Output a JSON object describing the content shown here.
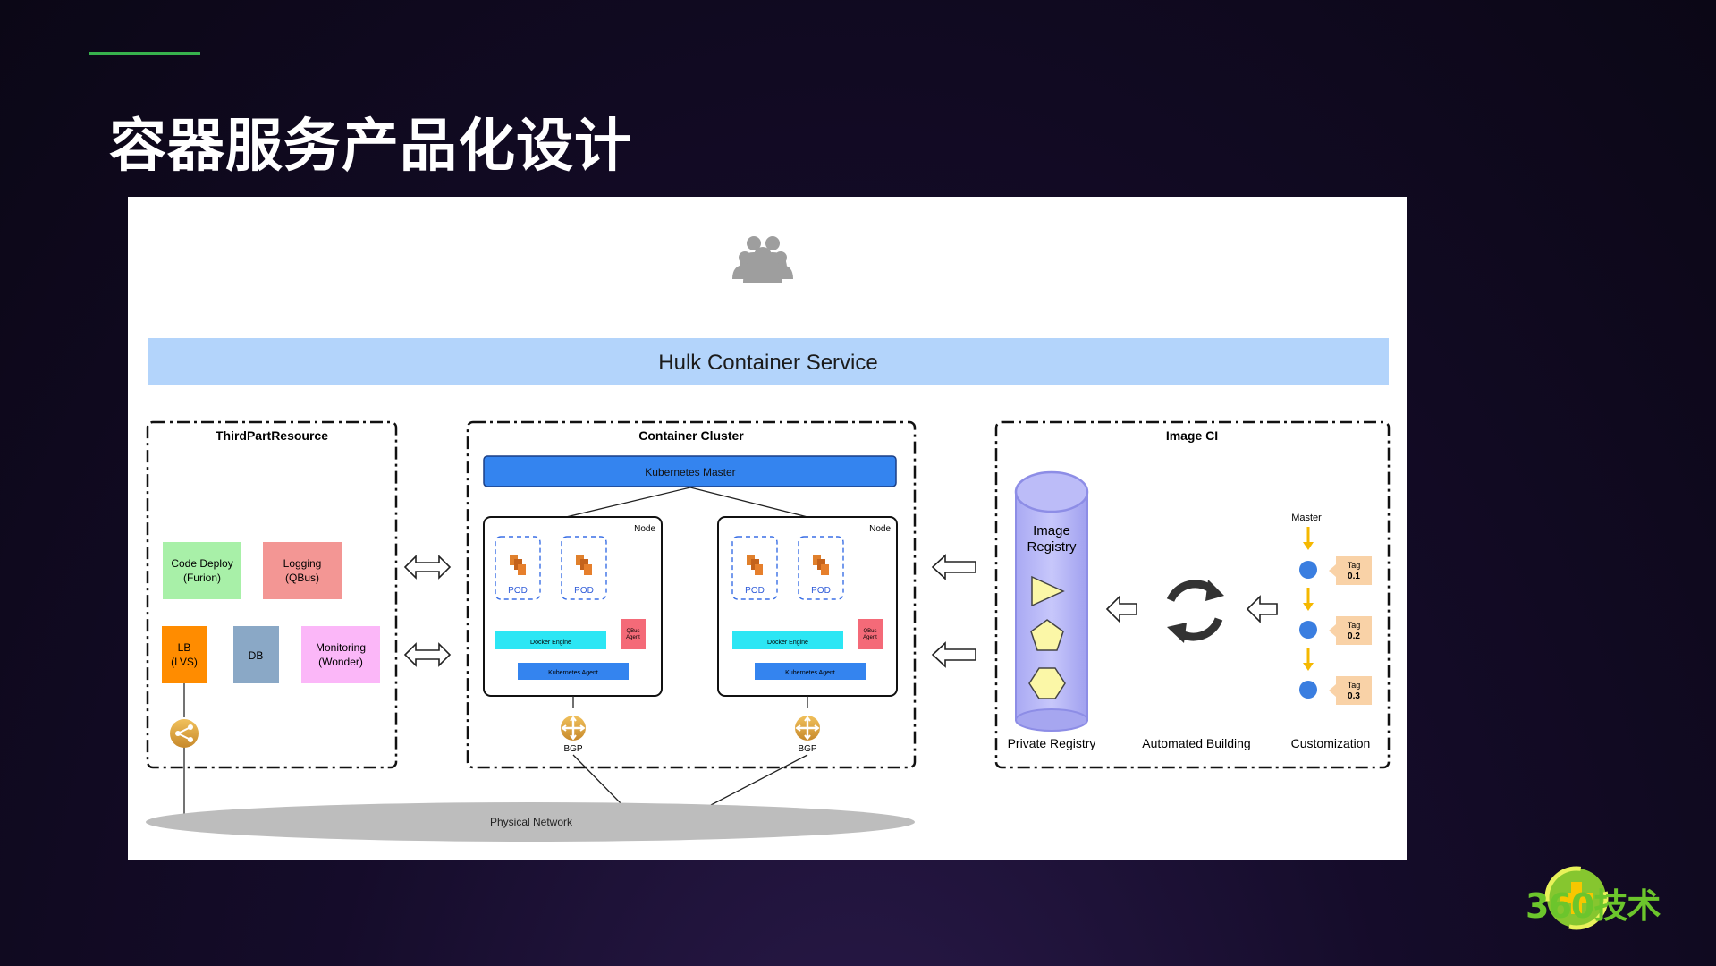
{
  "slide": {
    "title": "容器服务产品化设计",
    "accent_color": "#37b24d",
    "background_color": "#150c2a"
  },
  "diagram": {
    "users_icon": "users-icon",
    "service_bar": {
      "label": "Hulk Container Service",
      "color": "#b3d4fb"
    },
    "third_party": {
      "title": "ThirdPartResource",
      "boxes": [
        {
          "label_line1": "Code Deploy",
          "label_line2": "(Furion)",
          "color": "#a8f0a8"
        },
        {
          "label_line1": "Logging",
          "label_line2": "(QBus)",
          "color": "#f39694"
        },
        {
          "label_line1": "LB",
          "label_line2": "(LVS)",
          "color": "#ff8c00"
        },
        {
          "label_line1": "DB",
          "label_line2": "",
          "color": "#8aa8c6"
        },
        {
          "label_line1": "Monitoring",
          "label_line2": "(Wonder)",
          "color": "#fbb7f8"
        }
      ],
      "router_icon": "share-router-icon"
    },
    "cluster": {
      "title": "Container Cluster",
      "master_label": "Kubernetes Master",
      "node_label": "Node",
      "pod_label": "POD",
      "docker_label": "Docker Engine",
      "agent_label": "Kubernetes Agent",
      "qbus_agent_line1": "QBus",
      "qbus_agent_line2": "Agent",
      "bgp_label": "BGP"
    },
    "image_ci": {
      "title": "Image CI",
      "registry_label_line1": "Image",
      "registry_label_line2": "Registry",
      "private_registry_label": "Private Registry",
      "automated_building_label": "Automated Building",
      "customization_label": "Customization",
      "master_label": "Master",
      "tags": [
        {
          "label": "Tag",
          "value": "0.1"
        },
        {
          "label": "Tag",
          "value": "0.2"
        },
        {
          "label": "Tag",
          "value": "0.3"
        }
      ]
    },
    "network_label": "Physical Network"
  },
  "brand": {
    "text": "360技术",
    "color": "#6cc52c"
  }
}
